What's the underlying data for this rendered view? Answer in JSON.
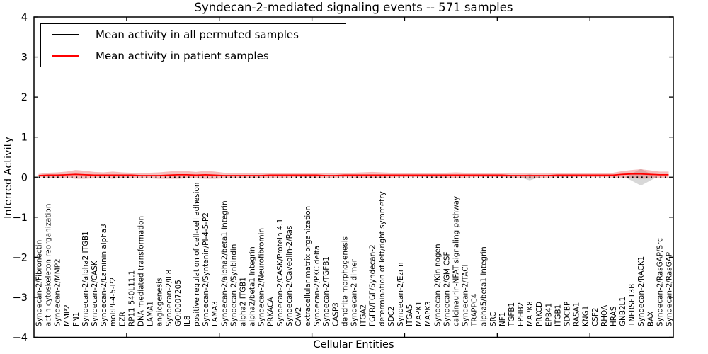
{
  "chart_data": {
    "type": "line",
    "title": "Syndecan-2-mediated signaling events -- 571 samples",
    "xlabel": "Cellular Entities",
    "ylabel": "Inferred Activity",
    "ylim": [
      -4,
      4
    ],
    "yticks": [
      4,
      3,
      2,
      1,
      0,
      -1,
      -2,
      -3,
      -4
    ],
    "x_major_ticks": [
      10,
      20,
      30,
      40,
      50,
      60
    ],
    "grid": false,
    "legend_position": "upper left",
    "categories": [
      "Syndecan-2/Fibronectin",
      "actin cytoskeleton reorganization",
      "Syndecan-2/MMP2",
      "MMP2",
      "FN1",
      "Syndecan-2/alpha2 ITGB1",
      "Syndecan-2/CASK",
      "Syndecan-2/Laminin alpha3",
      "mol:PI-4-5-P2",
      "EZR",
      "RP11-540L11.1",
      "DNA mediated transformation",
      "LAMA1",
      "angiogenesis",
      "Syndecan-2/IL8",
      "GO:0007205",
      "IL8",
      "positive regulation of cell-cell adhesion",
      "Syndecan-2/Syntenin/PI-4-5-P2",
      "LAMA3",
      "Syndecan-2/alpha2/beta1 Integrin",
      "Syndecan-2/Synbindin",
      "alpha2 ITGB1",
      "alpha2/beta1 Integrin",
      "Syndecan-2/Neurofibromin",
      "PRKACA",
      "Syndecan-2/CASK/Protein 4.1",
      "Syndecan-2/Caveolin-2/Ras",
      "CAV2",
      "extracellular matrix organization",
      "Syndecan-2/PKC delta",
      "Syndecan-2/TGFB1",
      "CASP3",
      "dendrite morphogenesis",
      "Syndecan-2 dimer",
      "ITGA2",
      "FGFR/FGF/Syndecan-2",
      "determination of left/right symmetry",
      "SDC2",
      "Syndecan-2/Ezrin",
      "ITGA5",
      "MAPK1",
      "MAPK3",
      "Syndecan-2/Kininogen",
      "Syndecan-2/GM-CSF",
      "calcineurin-NFAT signaling pathway",
      "Syndecan-2/TACI",
      "TRAPPC4",
      "alpha5/beta1 Integrin",
      "SRC",
      "NF1",
      "TGFB1",
      "EPHB2",
      "MAPK8",
      "PRKCD",
      "EPB41",
      "ITGB1",
      "SDCBP",
      "RASA1",
      "KNG1",
      "CSF2",
      "RHOA",
      "HRAS",
      "GNB2L1",
      "TNFRSF13B",
      "Syndecan-2/RACK1",
      "BAX",
      "Syndecan-2/RasGAP/Src",
      "Syndecan-2/RasGAP"
    ],
    "series": [
      {
        "name": "Mean activity in all permuted samples",
        "color": "#000000",
        "line_style": "dotted",
        "values": [
          0,
          0,
          0,
          0,
          0,
          0,
          0,
          0,
          0,
          0,
          0,
          0,
          0,
          0,
          0,
          0,
          0,
          0,
          0,
          0,
          0,
          0,
          0,
          0,
          0,
          0,
          0,
          0,
          0,
          0,
          0,
          0,
          0,
          0,
          0,
          0,
          0,
          0,
          0,
          0,
          0,
          0,
          0,
          0,
          0,
          0,
          0,
          0,
          0,
          0,
          0,
          0,
          0,
          0,
          0,
          0,
          0,
          0,
          0,
          0,
          0,
          0,
          0,
          0,
          0,
          0,
          0,
          0,
          0
        ]
      },
      {
        "name": "Mean activity in patient samples",
        "color": "#ff0000",
        "line_style": "solid",
        "values": [
          0.04,
          0.05,
          0.05,
          0.06,
          0.07,
          0.06,
          0.05,
          0.05,
          0.05,
          0.05,
          0.05,
          0.04,
          0.04,
          0.04,
          0.05,
          0.06,
          0.06,
          0.05,
          0.06,
          0.05,
          0.04,
          0.04,
          0.04,
          0.04,
          0.04,
          0.05,
          0.05,
          0.05,
          0.05,
          0.05,
          0.05,
          0.04,
          0.04,
          0.05,
          0.05,
          0.05,
          0.05,
          0.05,
          0.05,
          0.05,
          0.05,
          0.05,
          0.05,
          0.05,
          0.05,
          0.05,
          0.05,
          0.05,
          0.05,
          0.05,
          0.05,
          0.04,
          0.04,
          0.04,
          0.04,
          0.04,
          0.05,
          0.05,
          0.05,
          0.05,
          0.05,
          0.05,
          0.05,
          0.07,
          0.08,
          0.08,
          0.07,
          0.06,
          0.06
        ]
      }
    ],
    "patient_band": {
      "description": "shaded spread around patient mean",
      "color": "#e86060",
      "opacity": 0.42,
      "half_widths": [
        0.04,
        0.06,
        0.07,
        0.08,
        0.11,
        0.1,
        0.08,
        0.07,
        0.09,
        0.07,
        0.06,
        0.06,
        0.07,
        0.08,
        0.09,
        0.1,
        0.09,
        0.08,
        0.1,
        0.09,
        0.07,
        0.06,
        0.06,
        0.06,
        0.06,
        0.06,
        0.06,
        0.06,
        0.05,
        0.05,
        0.06,
        0.06,
        0.05,
        0.05,
        0.06,
        0.07,
        0.08,
        0.07,
        0.06,
        0.05,
        0.05,
        0.05,
        0.05,
        0.06,
        0.06,
        0.07,
        0.06,
        0.05,
        0.05,
        0.05,
        0.05,
        0.05,
        0.05,
        0.05,
        0.05,
        0.05,
        0.05,
        0.05,
        0.05,
        0.05,
        0.05,
        0.05,
        0.06,
        0.08,
        0.1,
        0.12,
        0.1,
        0.08,
        0.08
      ]
    },
    "permuted_spread_diamonds": [
      {
        "category_index": 53,
        "category": "MAPK8",
        "center": 0,
        "half_height": 0.08,
        "half_width_categories": 1.1
      },
      {
        "category_index": 65,
        "category": "Syndecan-2/RACK1",
        "center": 0,
        "half_height": 0.21,
        "half_width_categories": 1.7
      }
    ],
    "legend": {
      "entries": [
        {
          "label": "Mean activity in all permuted samples",
          "color": "#000000"
        },
        {
          "label": "Mean activity in patient samples",
          "color": "#ff0000"
        }
      ]
    }
  }
}
